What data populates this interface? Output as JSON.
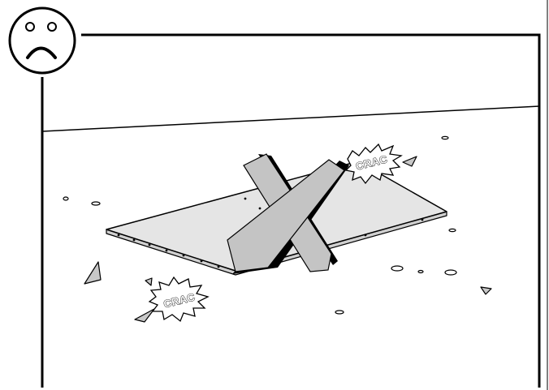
{
  "illustration": {
    "type": "assembly-instruction-warning",
    "icons": {
      "mood": "sad-face-icon",
      "warning": "x-mark-icon"
    },
    "callouts": [
      {
        "text": "CRAC"
      },
      {
        "text": "CRAC"
      }
    ],
    "colors": {
      "line": "#000000",
      "panel_fill": "#e5e5e5",
      "x_fill": "#c4c4c4",
      "shard_fill": "#c8c8c8",
      "background": "#ffffff"
    }
  }
}
